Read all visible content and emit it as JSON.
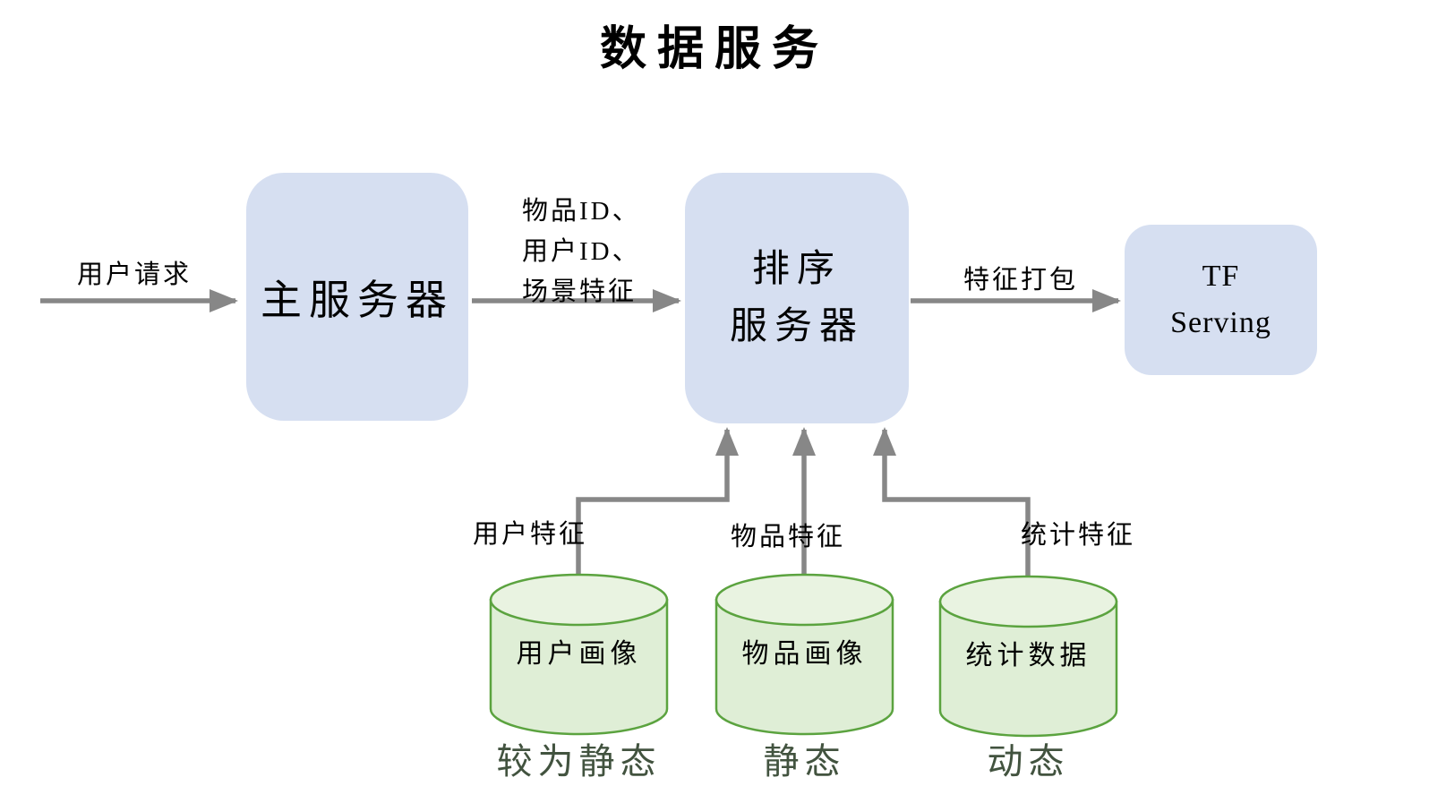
{
  "title": "数据服务",
  "nodes": {
    "main_server": {
      "label": "主服务器"
    },
    "rank_server": {
      "lines": [
        "排序",
        "服务器"
      ]
    },
    "tf_serving": {
      "lines": [
        "TF",
        "Serving"
      ]
    }
  },
  "edges": {
    "user_request": {
      "label": "用户请求"
    },
    "request_features": {
      "lines": [
        "物品ID、",
        "用户ID、",
        "场景特征"
      ]
    },
    "feature_pack": {
      "label": "特征打包"
    },
    "user_features": {
      "label": "用户特征"
    },
    "item_features": {
      "label": "物品特征"
    },
    "stat_features": {
      "label": "统计特征"
    }
  },
  "databases": [
    {
      "label": "用户画像",
      "caption": "较为静态"
    },
    {
      "label": "物品画像",
      "caption": "静态"
    },
    {
      "label": "统计数据",
      "caption": "动态"
    }
  ],
  "colors": {
    "node_fill": "#d6dff1",
    "db_fill": "#dfeed6",
    "db_top_fill": "#e9f3e1",
    "db_stroke": "#5ba33f",
    "arrow": "#878787",
    "caption_text": "#42533f",
    "text": "#000000"
  }
}
